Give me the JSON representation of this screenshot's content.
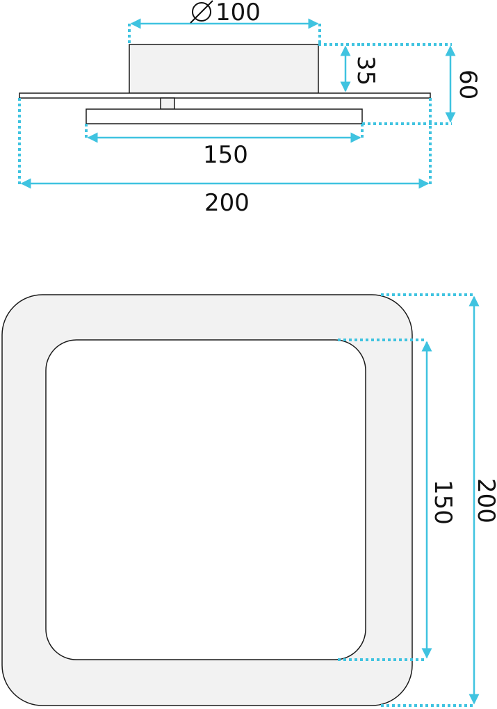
{
  "colors": {
    "dimension": "#3fc3e0",
    "outline": "#1a1a1a",
    "fill_light": "#f2f2f2",
    "fill_white": "#ffffff"
  },
  "side_view": {
    "canopy_diameter": "100",
    "canopy_height": "35",
    "total_height": "60",
    "inner_width": "150",
    "outer_width": "200"
  },
  "top_view": {
    "inner_side": "150",
    "outer_side": "200"
  },
  "symbols": {
    "diameter": "diameter-icon"
  }
}
